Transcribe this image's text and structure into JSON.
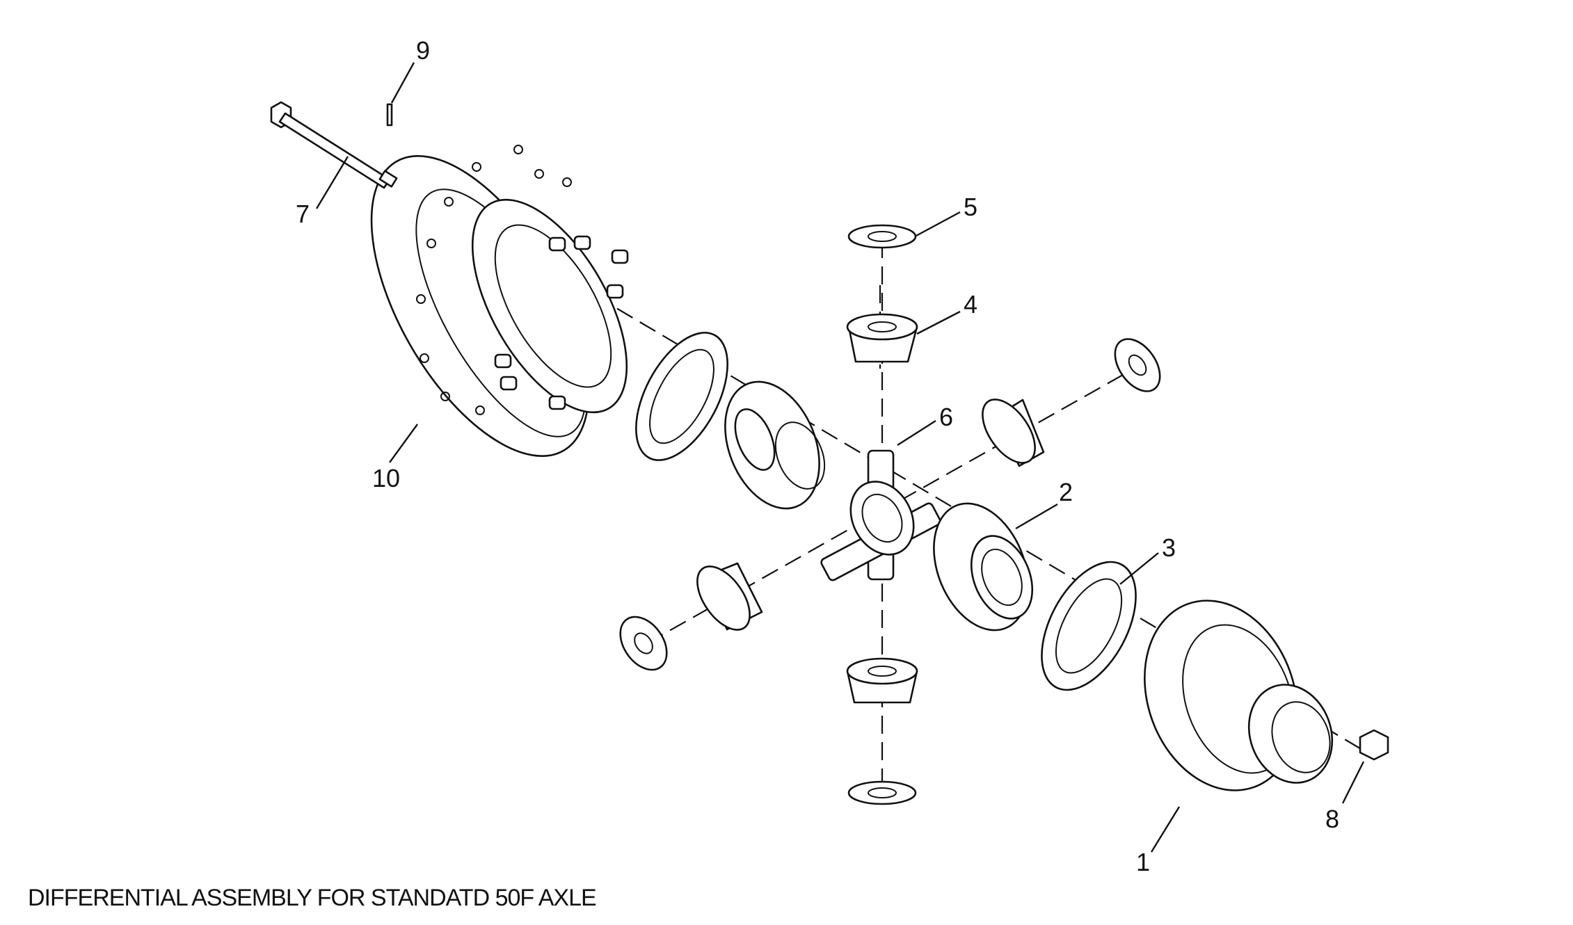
{
  "caption": "DIFFERENTIAL ASSEMBLY FOR STANDATD 50F AXLE",
  "callouts": {
    "c1": "1",
    "c2": "2",
    "c3": "3",
    "c4": "4",
    "c5": "5",
    "c6": "6",
    "c7": "7",
    "c8": "8",
    "c9": "9",
    "c10": "10"
  }
}
